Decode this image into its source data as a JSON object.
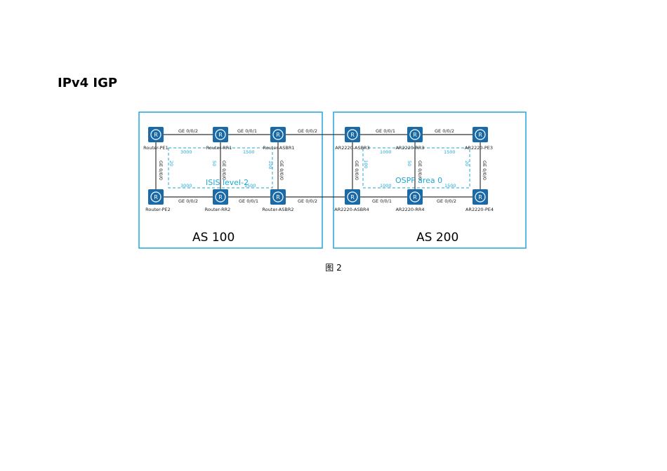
{
  "heading": "IPv4 IGP",
  "caption": "图 2",
  "colors": {
    "frame": "#1ea7d6",
    "router": "#1a6aa8",
    "link": "#333333",
    "area": "#1ea7d6"
  },
  "as_left": {
    "label": "AS 100",
    "area_label": "ISIS level-2"
  },
  "as_right": {
    "label": "AS 200",
    "area_label": "OSPF area 0"
  },
  "routers": [
    {
      "id": "pe1",
      "name": "Router-PE1",
      "icon": "router-icon"
    },
    {
      "id": "rr1",
      "name": "Router-RR1",
      "icon": "router-icon"
    },
    {
      "id": "asbr1",
      "name": "Router-ASBR1",
      "icon": "router-icon"
    },
    {
      "id": "pe2",
      "name": "Router-PE2",
      "icon": "router-icon"
    },
    {
      "id": "rr2",
      "name": "Router-RR2",
      "icon": "router-icon"
    },
    {
      "id": "asbr2",
      "name": "Router-ASBR2",
      "icon": "router-icon"
    },
    {
      "id": "ar_asbr3",
      "name": "AR2220-ASBR3",
      "icon": "router-icon"
    },
    {
      "id": "ar_rr3",
      "name": "AR2220-RR3",
      "icon": "router-icon"
    },
    {
      "id": "ar_pe3",
      "name": "AR2220-PE3",
      "icon": "router-icon"
    },
    {
      "id": "ar_asbr4",
      "name": "AR2220-ASBR4",
      "icon": "router-icon"
    },
    {
      "id": "ar_rr4",
      "name": "AR2220-RR4",
      "icon": "router-icon"
    },
    {
      "id": "ar_pe4",
      "name": "AR2220-PE4",
      "icon": "router-icon"
    }
  ],
  "interfaces": {
    "pe1_rr1": "GE 0/0/2",
    "rr1_asbr1": "GE 0/0/1",
    "asbr1_asbr3": "GE 0/0/2",
    "asbr3_rr3": "GE 0/0/1",
    "rr3_pe3": "GE 0/0/2",
    "pe2_rr2": "GE 0/0/2",
    "rr2_asbr2": "GE 0/0/1",
    "asbr2_asbr4": "GE 0/0/2",
    "asbr4_rr4": "GE 0/0/1",
    "rr4_pe4": "GE 0/0/2",
    "pe1_pe2": "GE 0/0/0",
    "rr1_rr2": "GE 0/0/0",
    "asbr1_asbr2": "GE 0/0/0",
    "asbr3_asbr4": "GE 0/0/0",
    "rr3_rr4": "GE 0/0/0",
    "pe3_pe4": "GE 0/0/0"
  },
  "costs": {
    "pe1_rr1": "3000",
    "rr1_asbr1": "1500",
    "pe2_rr2": "3000",
    "rr2_asbr2": "1500",
    "pe1_pe2": "20",
    "rr1_rr2": "50",
    "asbr1_asbr2": "100",
    "asbr3_rr3": "1000",
    "rr3_pe3": "1500",
    "asbr4_rr4": "1000",
    "rr4_pe4": "1500",
    "asbr3_asbr4": "100",
    "rr3_rr4": "50",
    "pe3_pe4": "20"
  }
}
